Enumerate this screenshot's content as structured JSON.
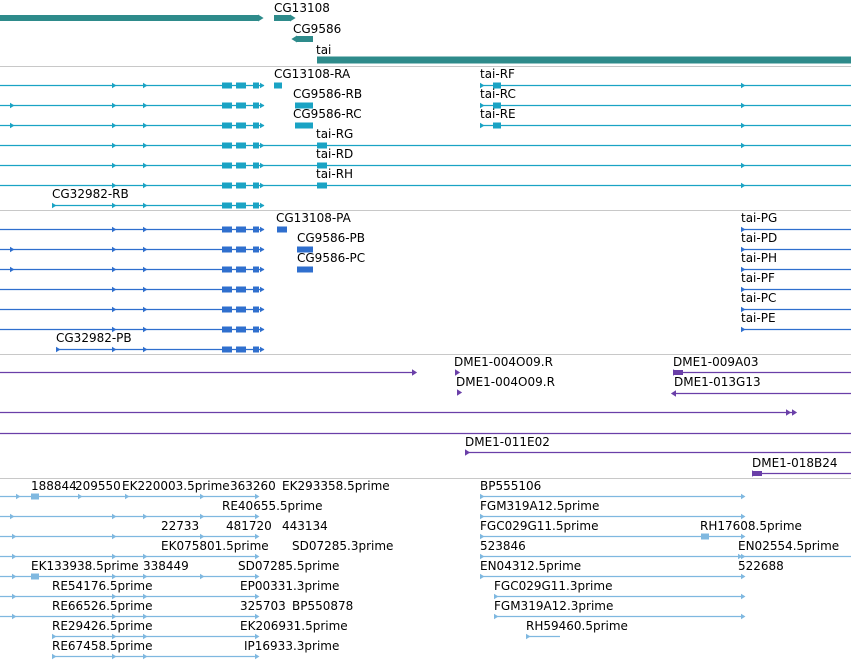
{
  "colors": {
    "gene": "#2e8b8b",
    "transcript": "#1aa3c4",
    "protein": "#2f6fce",
    "clone": "#6a3fa8",
    "est": "#7fb8e0"
  },
  "tracks": [
    {
      "id": "gene",
      "color": "#2e8b8b",
      "features": [
        {
          "label": "",
          "arrow": "right",
          "thick": true
        },
        {
          "label": "CG13108",
          "arrow": "right",
          "thick": true
        },
        {
          "label": "CG9586",
          "arrow": "left",
          "thick": true
        },
        {
          "label": "tai",
          "arrow": "right",
          "thick": true
        }
      ]
    },
    {
      "id": "transcript",
      "color": "#1aa3c4",
      "features": [
        {
          "label": "CG13108-RA"
        },
        {
          "label": "CG9586-RB"
        },
        {
          "label": "CG9586-RC"
        },
        {
          "label": "tai-RF"
        },
        {
          "label": "tai-RC"
        },
        {
          "label": "tai-RE"
        },
        {
          "label": "tai-RG"
        },
        {
          "label": "tai-RD"
        },
        {
          "label": "tai-RH"
        },
        {
          "label": "CG32982-RB"
        }
      ]
    },
    {
      "id": "protein",
      "color": "#2f6fce",
      "features": [
        {
          "label": "CG13108-PA"
        },
        {
          "label": "CG9586-PB"
        },
        {
          "label": "CG9586-PC"
        },
        {
          "label": "CG32982-PB"
        },
        {
          "label": "tai-PG"
        },
        {
          "label": "tai-PD"
        },
        {
          "label": "tai-PH"
        },
        {
          "label": "tai-PF"
        },
        {
          "label": "tai-PC"
        },
        {
          "label": "tai-PE"
        }
      ]
    },
    {
      "id": "clone",
      "color": "#6a3fa8",
      "features": [
        {
          "label": ""
        },
        {
          "label": "DME1-004O09.R"
        },
        {
          "label": "DME1-004O09.R"
        },
        {
          "label": "DME1-009A03"
        },
        {
          "label": "DME1-013G13"
        },
        {
          "label": ""
        },
        {
          "label": ""
        },
        {
          "label": "DME1-011E02"
        },
        {
          "label": "DME1-018B24"
        }
      ]
    },
    {
      "id": "est",
      "color": "#7fb8e0",
      "features": [
        {
          "label": "188844"
        },
        {
          "label": "209550"
        },
        {
          "label": "EK220003.5prime"
        },
        {
          "label": "363260"
        },
        {
          "label": "EK293358.5prime"
        },
        {
          "label": "BP555106"
        },
        {
          "label": "RE40655.5prime"
        },
        {
          "label": "FGM319A12.5prime"
        },
        {
          "label": "22733"
        },
        {
          "label": "481720"
        },
        {
          "label": "443134"
        },
        {
          "label": "FGC029G11.5prime"
        },
        {
          "label": "RH17608.5prime"
        },
        {
          "label": "EK075801.5prime"
        },
        {
          "label": "SD07285.3prime"
        },
        {
          "label": "523846"
        },
        {
          "label": "EN02554.5prime"
        },
        {
          "label": "EK133938.5prime"
        },
        {
          "label": "338449"
        },
        {
          "label": "SD07285.5prime"
        },
        {
          "label": "EN04312.5prime"
        },
        {
          "label": "522688"
        },
        {
          "label": "RE54176.5prime"
        },
        {
          "label": "EP00331.3prime"
        },
        {
          "label": "FGC029G11.3prime"
        },
        {
          "label": "RE66526.5prime"
        },
        {
          "label": "325703"
        },
        {
          "label": "BP550878"
        },
        {
          "label": "FGM319A12.3prime"
        },
        {
          "label": "RE29426.5prime"
        },
        {
          "label": "EK206931.5prime"
        },
        {
          "label": "RH59460.5prime"
        },
        {
          "label": "RE67458.5prime"
        },
        {
          "label": "IP16933.3prime"
        }
      ]
    }
  ]
}
